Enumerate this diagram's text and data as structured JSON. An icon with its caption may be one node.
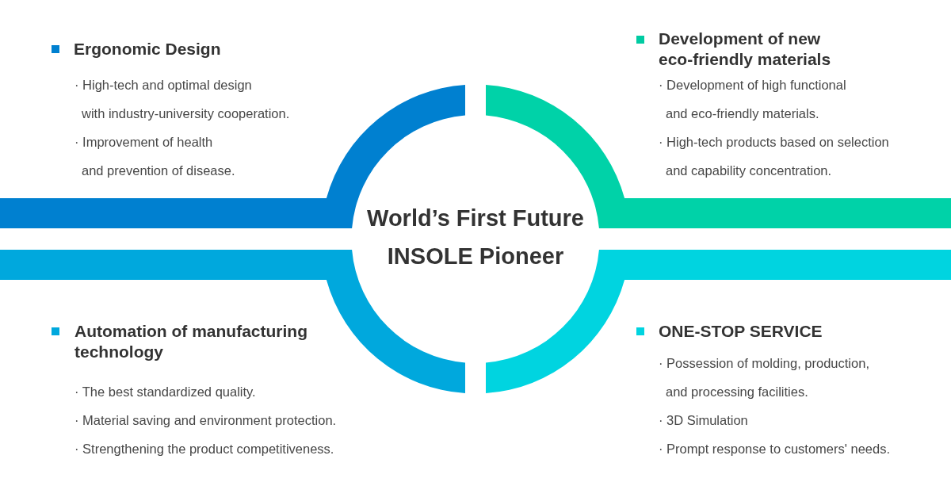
{
  "diagram": {
    "title": "World’s First Future INSOLE Pioneer",
    "labels": [
      "Ergonomic Design",
      "· High-tech and optimal design with industry-university cooperation.",
      "· Improvement of health and prevention of disease.",
      "Development of new eco-friendly materials",
      "· Development of high functional and eco-friendly materials.",
      "· High-tech products based on selection and capability concentration.",
      "Automation of manufacturing technology",
      "· The best standardized quality.",
      "· Material saving and environment protection.",
      "· Strengthening the product competitiveness.",
      "ONE-STOP SERVICE",
      "· Possession of molding, production, and processing facilities.",
      "· 3D Simulation",
      "· Prompt response to customers' needs."
    ]
  }
}
